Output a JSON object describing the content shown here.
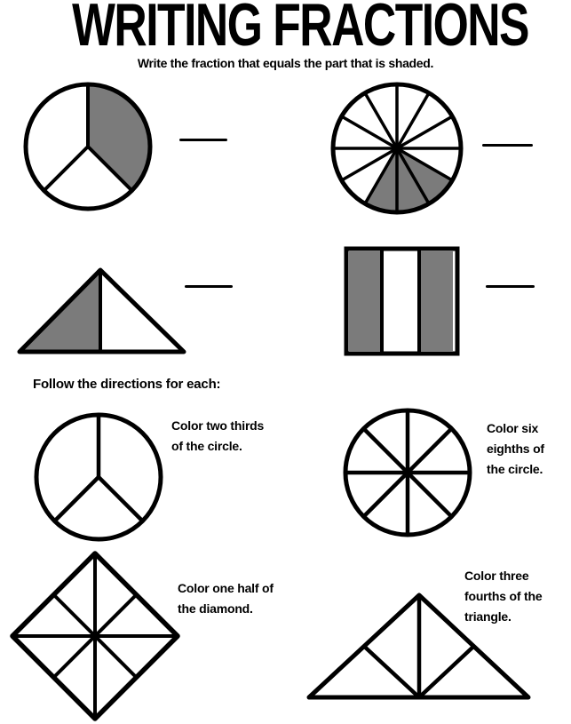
{
  "title": "WRITING FRACTIONS",
  "subtitle": "Write the fraction that equals the part that is shaded.",
  "section_heading": "Follow the directions for each:",
  "colors": {
    "shaded_fill": "#7b7b7b",
    "ink": "#000000",
    "paper": "#ffffff"
  },
  "write_the_fraction_exercises": [
    {
      "figure": "circle-in-thirds",
      "total_parts": 3,
      "shaded_parts": 1,
      "answer_blank_value": ""
    },
    {
      "figure": "circle-in-twelfths",
      "total_parts": 12,
      "shaded_parts": 3,
      "answer_blank_value": ""
    },
    {
      "figure": "triangle-in-halves",
      "total_parts": 2,
      "shaded_parts": 1,
      "answer_blank_value": ""
    },
    {
      "figure": "square-in-vertical-thirds",
      "total_parts": 3,
      "shaded_parts": 2,
      "answer_blank_value": ""
    }
  ],
  "directions_exercises": [
    {
      "figure": "circle-in-thirds",
      "total_parts": 3,
      "shaded_parts": 0,
      "lines": [
        "Color two thirds",
        "of the circle."
      ]
    },
    {
      "figure": "circle-in-eighths",
      "total_parts": 8,
      "shaded_parts": 0,
      "lines": [
        "Color six",
        "eighths of",
        "the circle."
      ]
    },
    {
      "figure": "diamond-in-eighths",
      "total_parts": 8,
      "shaded_parts": 0,
      "lines": [
        "Color one half of",
        "the diamond."
      ]
    },
    {
      "figure": "triangle-in-fourths",
      "total_parts": 4,
      "shaded_parts": 0,
      "lines": [
        "Color three",
        "fourths of the",
        "triangle."
      ]
    }
  ]
}
